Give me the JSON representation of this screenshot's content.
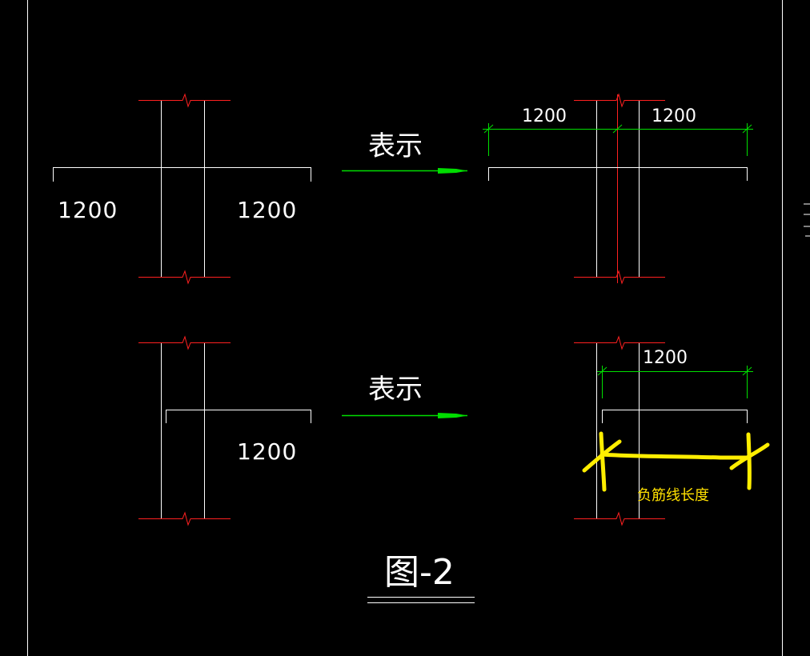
{
  "colors": {
    "background": "#000000",
    "outline": "#ffffff",
    "column_break": "#ff2020",
    "dimension": "#00e000",
    "arrow": "#00dd00",
    "highlight": "#ffee00",
    "note_text": "#ffe000"
  },
  "diagram": {
    "panel_a": {
      "left_dim": "1200",
      "right_dim": "1200"
    },
    "panel_a_result": {
      "left_dim": "1200",
      "right_dim": "1200"
    },
    "panel_b": {
      "right_dim": "1200"
    },
    "panel_b_result": {
      "right_dim": "1200",
      "note": "负筋线长度"
    },
    "arrow_top_label": "表示",
    "arrow_bottom_label": "表示",
    "figure_title": "图-2"
  }
}
